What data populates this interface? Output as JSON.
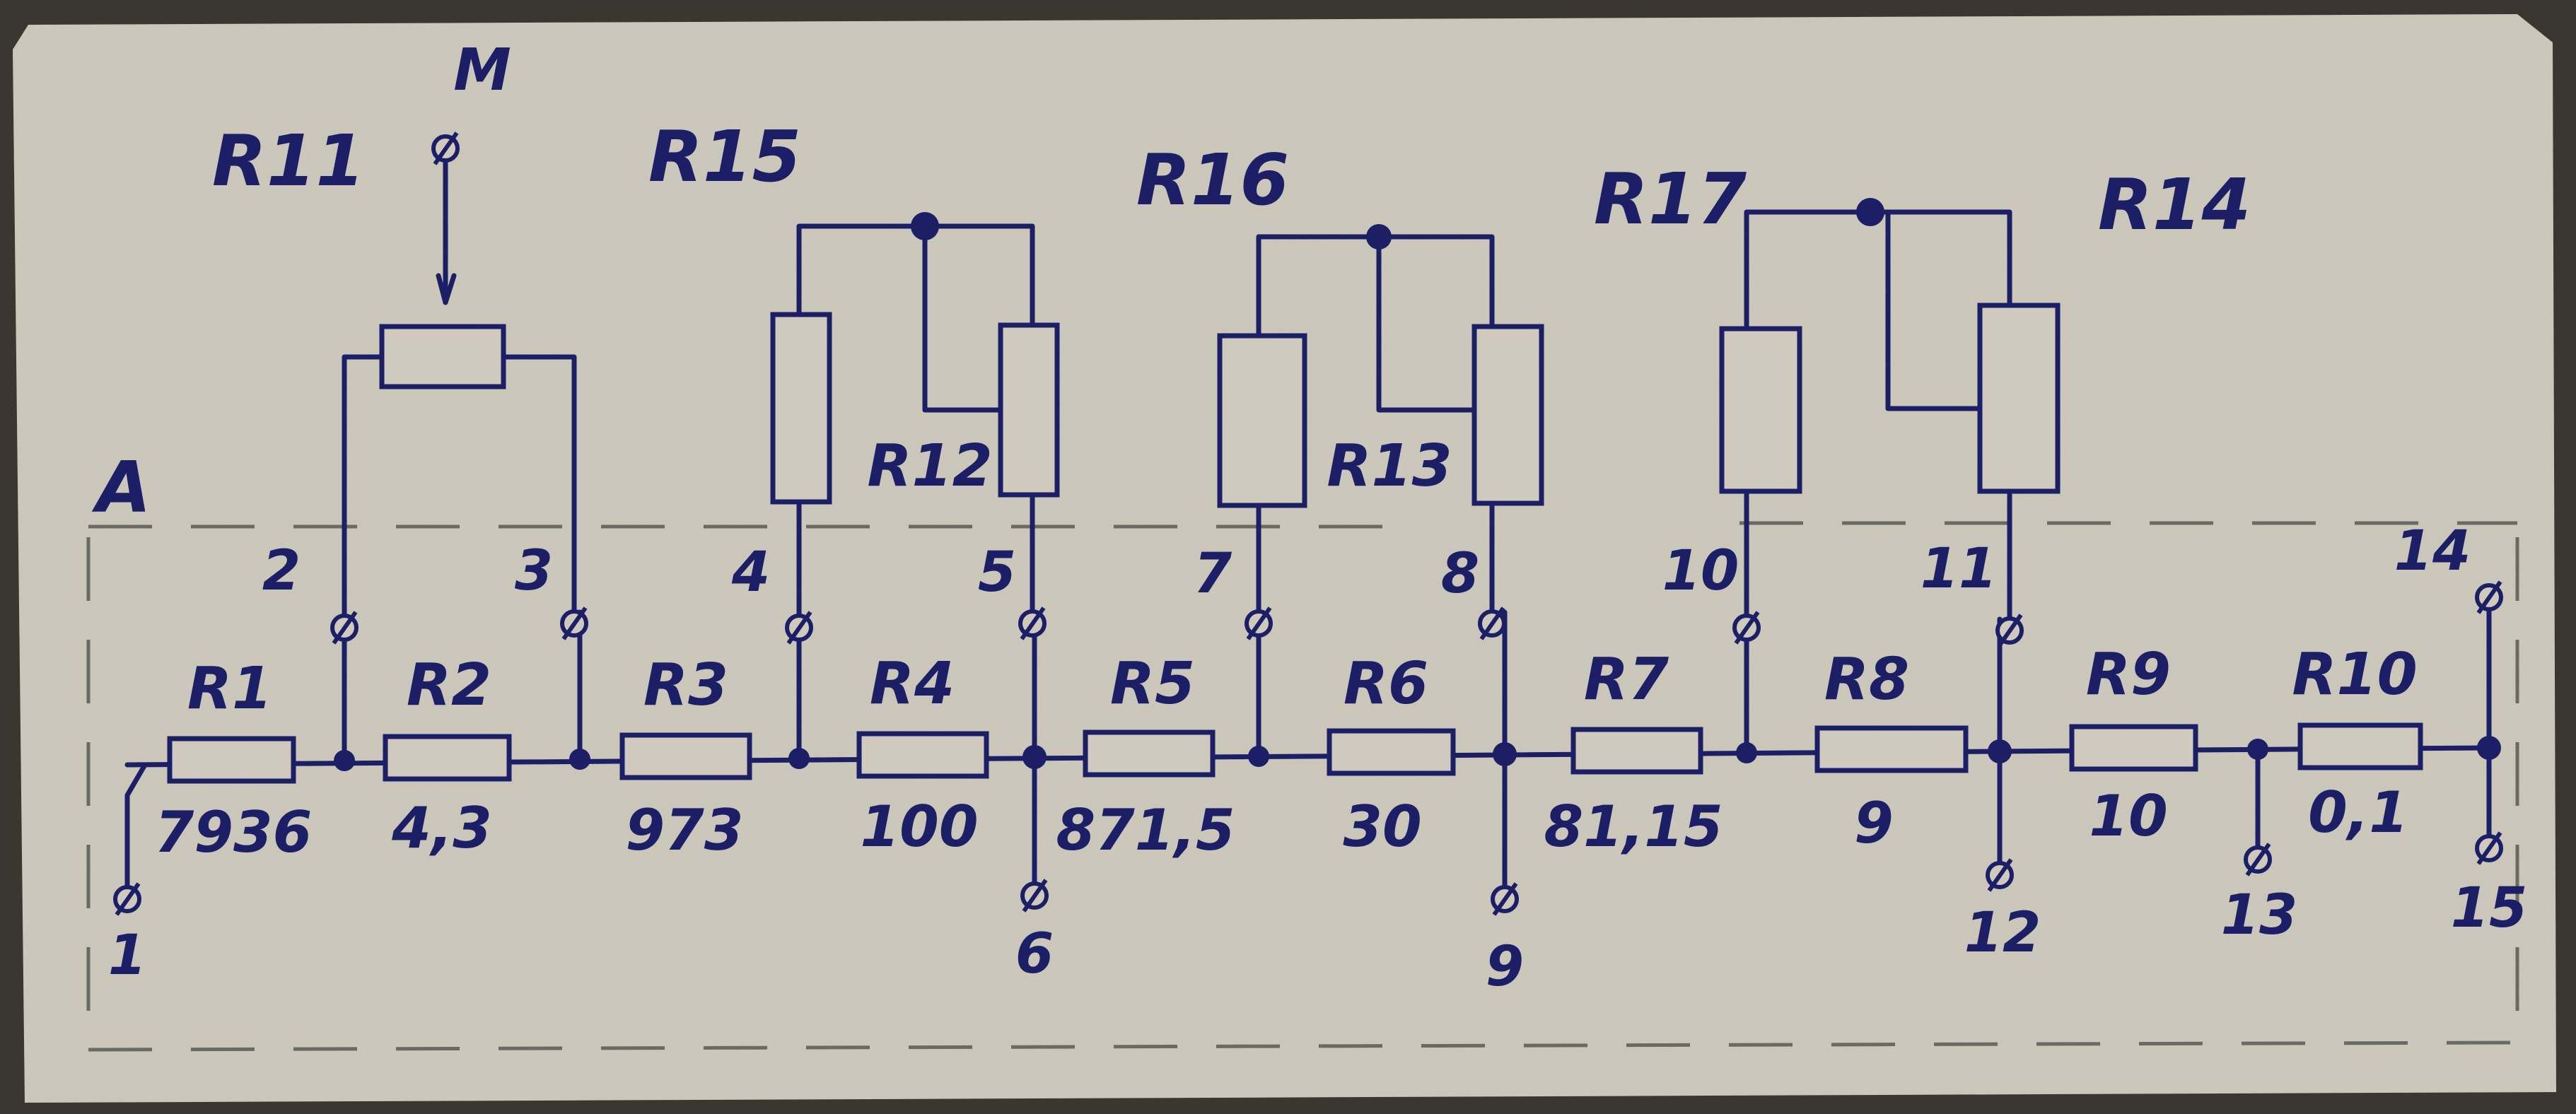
{
  "schematic": {
    "section_label": "A",
    "terminal_m": "M",
    "series_chain": [
      {
        "name": "R1",
        "value": "7936"
      },
      {
        "name": "R2",
        "value": "4,3"
      },
      {
        "name": "R3",
        "value": "973"
      },
      {
        "name": "R4",
        "value": "100"
      },
      {
        "name": "R5",
        "value": "871,5"
      },
      {
        "name": "R6",
        "value": "30"
      },
      {
        "name": "R7",
        "value": "81,15"
      },
      {
        "name": "R8",
        "value": "9"
      },
      {
        "name": "R9",
        "value": "10"
      },
      {
        "name": "R10",
        "value": "0,1"
      }
    ],
    "upper_resistors": {
      "r11": "R11",
      "r12": "R12",
      "r13": "R13",
      "r14": "R14",
      "r15": "R15",
      "r16": "R16",
      "r17": "R17"
    },
    "terminals": [
      "1",
      "2",
      "3",
      "4",
      "5",
      "6",
      "7",
      "8",
      "9",
      "10",
      "11",
      "12",
      "13",
      "14",
      "15"
    ]
  },
  "colors": {
    "paper": "#cfcabd",
    "ink": "#1c1f66",
    "pencil": "#6a6a64"
  }
}
